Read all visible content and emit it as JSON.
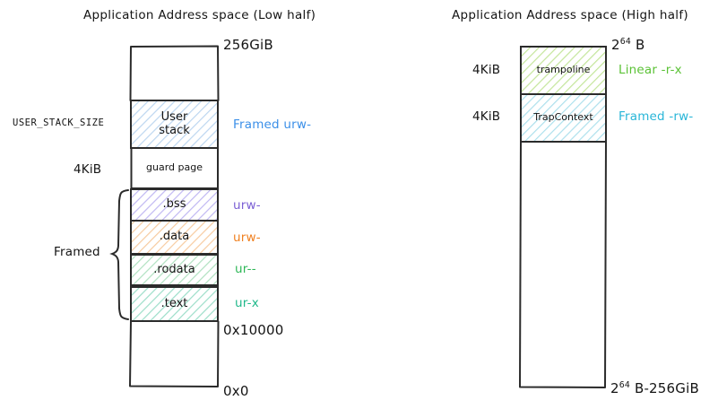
{
  "diagram": {
    "left": {
      "title": "Application Address space (Low half)",
      "top_address": "256GiB",
      "bottom_address": "0x0",
      "mid_address": "0x10000",
      "brace_label": "Framed",
      "size_labels": [
        {
          "text": "USER_STACK_SIZE",
          "style": "mono"
        },
        {
          "text": "4KiB",
          "style": "normal"
        }
      ],
      "regions": [
        {
          "name": "free-top",
          "label": "",
          "perm": "",
          "fill": "none"
        },
        {
          "name": "user-stack",
          "label": "User\nstack",
          "perm": "Framed urw-",
          "fill": "#6FA8E0"
        },
        {
          "name": "guard-page",
          "label": "guard page",
          "perm": "",
          "fill": "none"
        },
        {
          "name": "bss",
          "label": ".bss",
          "perm": "urw-",
          "fill": "#7B5FD4"
        },
        {
          "name": "data",
          "label": ".data",
          "perm": "urw-",
          "fill": "#F08020"
        },
        {
          "name": "rodata",
          "label": ".rodata",
          "perm": "ur--",
          "fill": "#2EB757"
        },
        {
          "name": "text",
          "label": ".text",
          "perm": "ur-x",
          "fill": "#1FB88A"
        },
        {
          "name": "free-bottom",
          "label": "",
          "perm": "",
          "fill": "none"
        }
      ]
    },
    "right": {
      "title": "Application Address space (High half)",
      "top_address_base": "2",
      "top_address_exp": "64",
      "top_address_suffix": " B",
      "bottom_address_base": "2",
      "bottom_address_exp": "64",
      "bottom_address_suffix": " B-256GiB",
      "size_labels": [
        {
          "text": "4KiB"
        },
        {
          "text": "4KiB"
        }
      ],
      "regions": [
        {
          "name": "trampoline",
          "label": "trampoline",
          "perm": "Linear -r-x",
          "fill": "#5BC236"
        },
        {
          "name": "trap-context",
          "label": "TrapContext",
          "perm": "Framed -rw-",
          "fill": "#29B6D8"
        },
        {
          "name": "free-bottom",
          "label": "",
          "perm": "",
          "fill": "none"
        }
      ]
    },
    "colors": {
      "stroke": "#2b2b2b",
      "user_stack_hatch": "#6FA8E0",
      "user_stack_perm": "#3B8FE8",
      "bss_hatch": "#8B7BE8",
      "bss_perm": "#7B5FD4",
      "data_hatch": "#F0A050",
      "data_perm": "#F08020",
      "rodata_hatch": "#7FCF9A",
      "rodata_perm": "#2EB757",
      "text_hatch": "#5FC9A8",
      "text_perm": "#1FB88A",
      "trampoline_hatch": "#9BD455",
      "trampoline_perm": "#5BC236",
      "trapcontext_hatch": "#6FC9DF",
      "trapcontext_perm": "#29B6D8"
    }
  }
}
